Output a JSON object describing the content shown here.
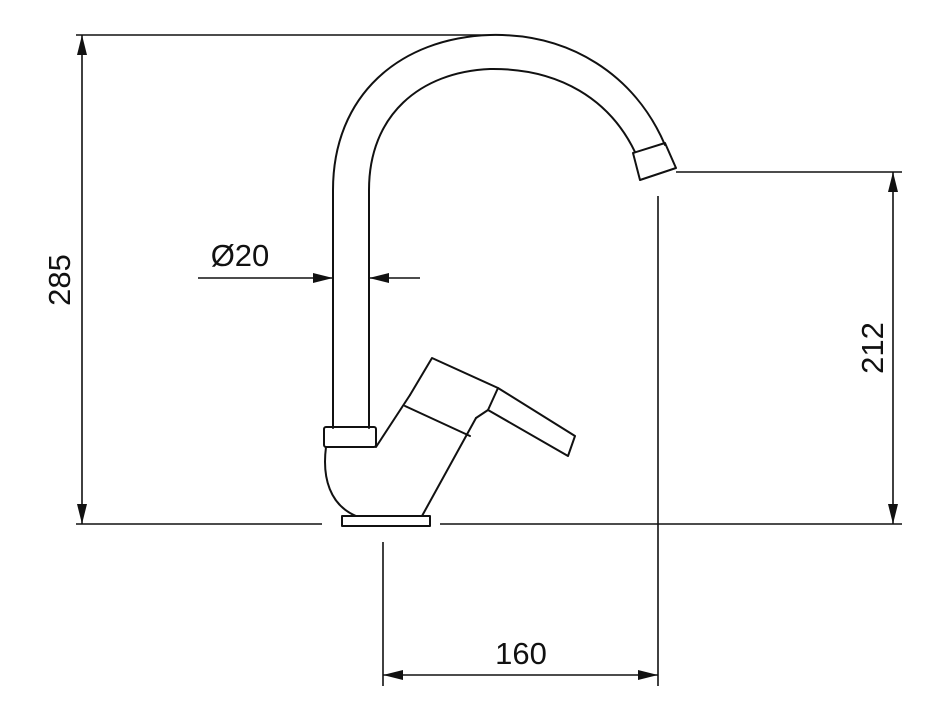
{
  "dimensions": {
    "total_height": "285",
    "spout_height": "212",
    "spout_reach": "160",
    "pipe_diameter": "Ø20"
  }
}
